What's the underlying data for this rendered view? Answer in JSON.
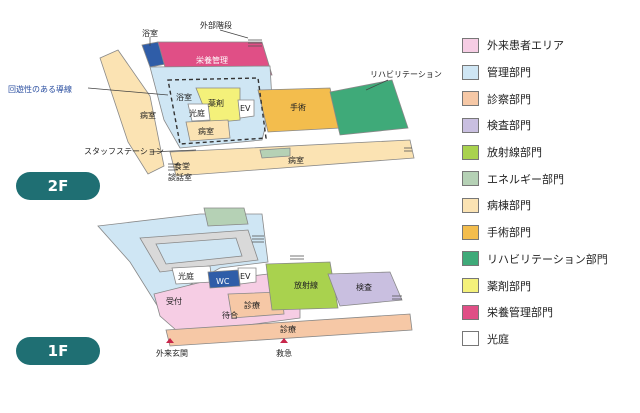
{
  "colors": {
    "outpatient": "#f6cde4",
    "admin": "#cfe6f4",
    "exam": "#f6c8a6",
    "test": "#c9bfe0",
    "radiology": "#a9d24e",
    "energy": "#b5d1b5",
    "ward": "#fbe3b3",
    "surgery": "#f3bd4d",
    "rehab": "#3faa79",
    "pharmacy": "#f4f17a",
    "nutrition": "#e04f86",
    "courtyard": "#ffffff",
    "badge": "#1f6f73"
  },
  "floors": {
    "f2": {
      "badge": "2F",
      "labels": {
        "bath": "浴室",
        "stairs": "外部階段",
        "nutrition": "栄養管理",
        "loop": "回遊性のある導線",
        "rehab": "リハビリテーション",
        "ward_left": "病室",
        "bath2": "浴室",
        "pharmacy": "薬剤",
        "courtyard": "光庭",
        "ev": "EV",
        "surgery": "手術",
        "ward_center": "病室",
        "staff": "スタッフステーション",
        "dining": "食堂",
        "lounge": "談話室",
        "ward_bottom": "病室"
      }
    },
    "f1": {
      "badge": "1F",
      "labels": {
        "courtyard": "光庭",
        "ev": "EV",
        "wc": "WC",
        "radiology": "放射線",
        "test": "検査",
        "reception": "受付",
        "exam": "診療",
        "waiting": "待合",
        "exam_long": "診療",
        "entrance": "外来玄関",
        "emergency": "救急"
      }
    }
  },
  "legend": [
    {
      "label": "外来患者エリア",
      "color": "#f6cde4"
    },
    {
      "label": "管理部門",
      "color": "#cfe6f4"
    },
    {
      "label": "診察部門",
      "color": "#f6c8a6"
    },
    {
      "label": "検査部門",
      "color": "#c9bfe0"
    },
    {
      "label": "放射線部門",
      "color": "#a9d24e"
    },
    {
      "label": "エネルギー部門",
      "color": "#b5d1b5"
    },
    {
      "label": "病棟部門",
      "color": "#fbe3b3"
    },
    {
      "label": "手術部門",
      "color": "#f3bd4d"
    },
    {
      "label": "リハビリテーション部門",
      "color": "#3faa79"
    },
    {
      "label": "薬剤部門",
      "color": "#f4f17a"
    },
    {
      "label": "栄養管理部門",
      "color": "#e04f86"
    },
    {
      "label": "光庭",
      "color": "#ffffff"
    }
  ]
}
